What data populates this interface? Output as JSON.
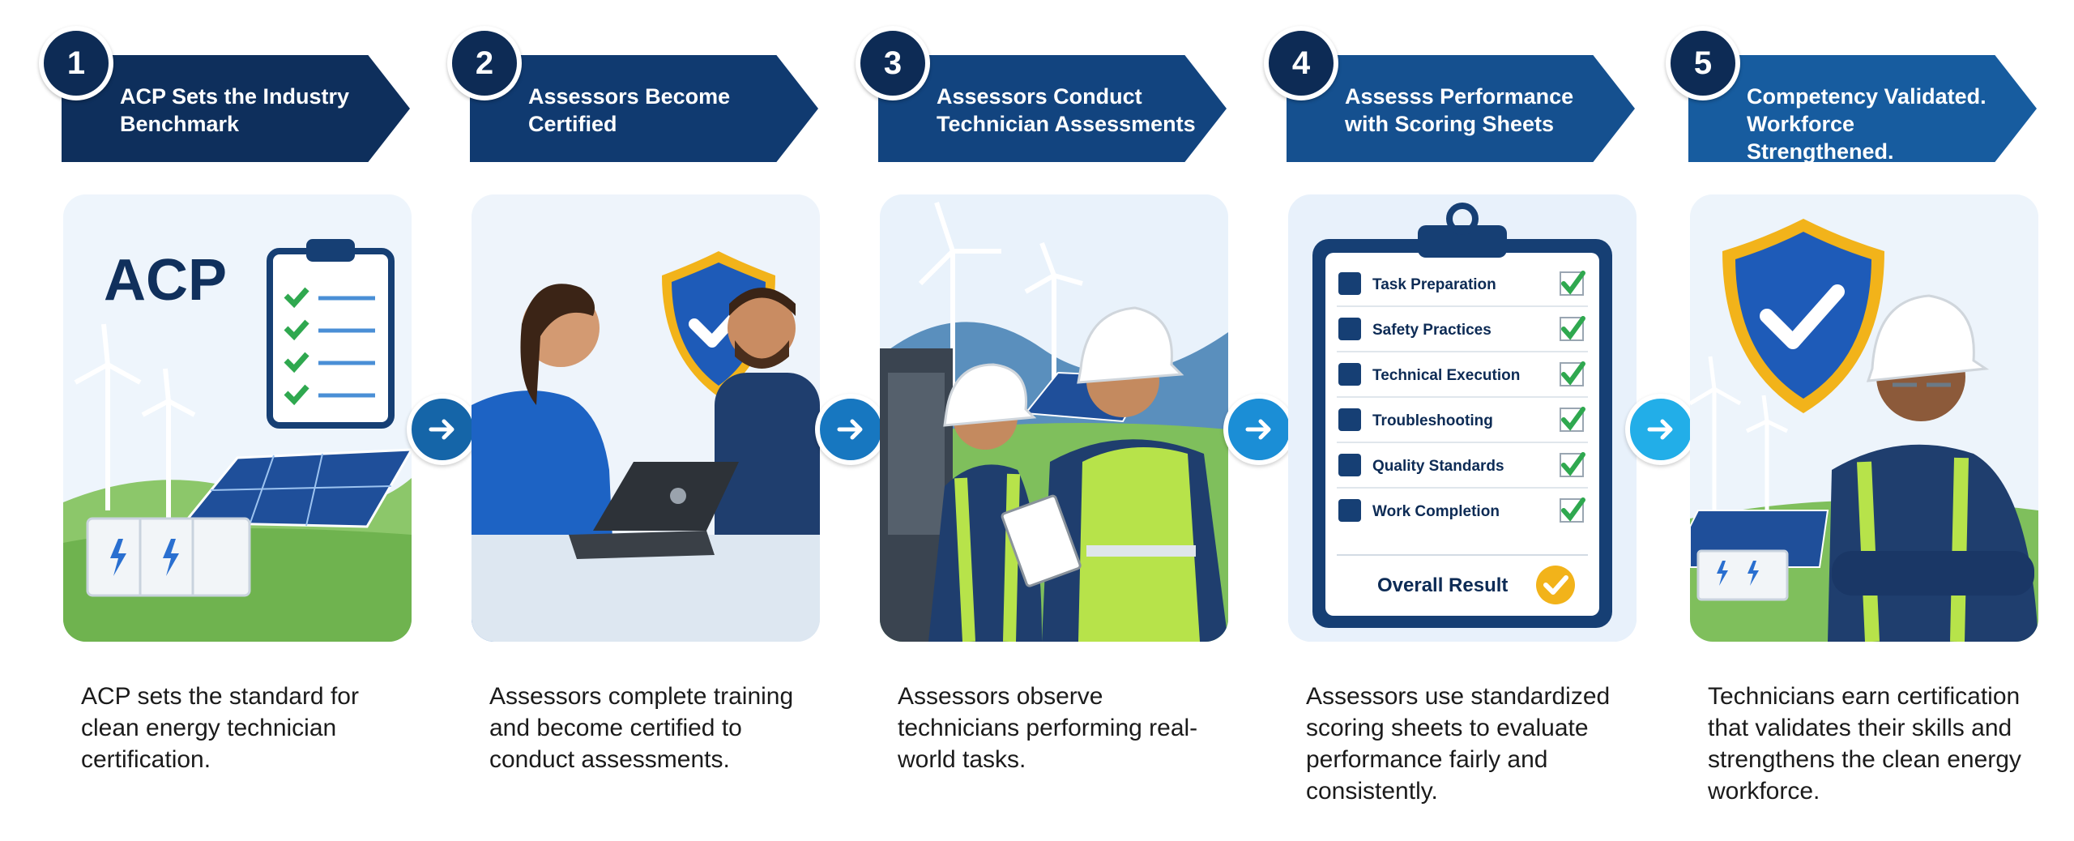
{
  "colors": {
    "navy": "#0d2b55",
    "banner_1": "#0e2f5c",
    "banner_2": "#103a70",
    "banner_3": "#12447f",
    "banner_4": "#15508f",
    "banner_5": "#175c9f",
    "arrow_1": "#1565a8",
    "arrow_2": "#1777c0",
    "arrow_3": "#1b8ed6",
    "arrow_4": "#22aee8",
    "check_green": "#2fa84f",
    "gold": "#f2b31a"
  },
  "steps": [
    {
      "number": "1",
      "title": "ACP Sets the Industry Benchmark",
      "logo_text": "ACP",
      "description": "ACP sets the standard for clean energy technician certification."
    },
    {
      "number": "2",
      "title": "Assessors Become Certified",
      "description": "Assessors complete training and become certified to conduct assessments."
    },
    {
      "number": "3",
      "title": "Assessors Conduct Technician Assessments",
      "description": "Assessors observe technicians performing real-world tasks."
    },
    {
      "number": "4",
      "title": "Assesss Performance with Scoring Sheets",
      "description": "Assessors use standardized scoring sheets to evaluate performance fairly and consistently.",
      "scoring_sheet": {
        "items": [
          {
            "label": "Task Preparation",
            "icon": "folder-icon"
          },
          {
            "label": "Safety Practices",
            "icon": "shield-icon"
          },
          {
            "label": "Technical Execution",
            "icon": "tools-icon"
          },
          {
            "label": "Troubleshooting",
            "icon": "question-icon"
          },
          {
            "label": "Quality Standards",
            "icon": "gear-lock-icon"
          },
          {
            "label": "Work Completion",
            "icon": "checkmark-icon"
          }
        ],
        "overall_label": "Overall Result"
      }
    },
    {
      "number": "5",
      "title": "Competency Validated. Workforce Strengthened.",
      "description": "Technicians earn certification that validates their skills and strengthens the clean energy workforce."
    }
  ]
}
